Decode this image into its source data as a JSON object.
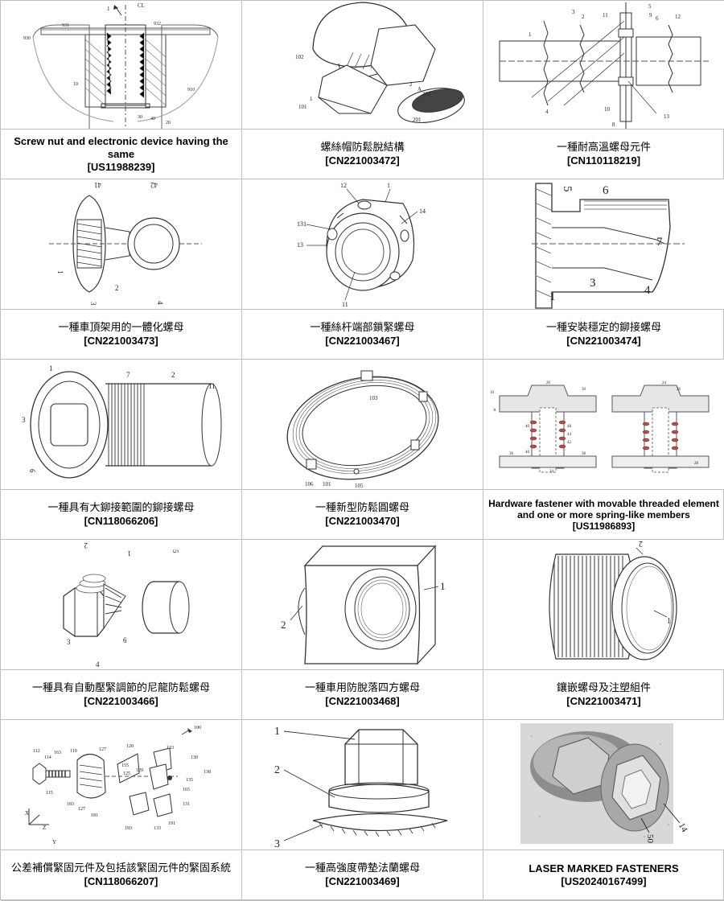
{
  "patents": [
    {
      "title": "Screw nut and electronic device having the same",
      "id": "[US11988239]",
      "callouts": [
        "1",
        "CL",
        "931",
        "930",
        "932",
        "10",
        "910",
        "30",
        "40",
        "20"
      ]
    },
    {
      "title": "螺絲帽防鬆脫結構",
      "id": "[CN221003472]",
      "callouts": [
        "102",
        "101",
        "1",
        "2",
        "A",
        "202",
        "201"
      ]
    },
    {
      "title": "一種耐高溫螺母元件",
      "id": "[CN110118219]",
      "callouts": [
        "3",
        "2",
        "11",
        "5",
        "6",
        "9",
        "12",
        "1",
        "4",
        "10",
        "8",
        "13"
      ]
    },
    {
      "title": "一種車頂架用的一體化螺母",
      "id": "[CN221003473]",
      "callouts": [
        "41",
        "42",
        "1",
        "2",
        "3",
        "4"
      ]
    },
    {
      "title": "一種絲杆端部鎖緊螺母",
      "id": "[CN221003467]",
      "callouts": [
        "12",
        "1",
        "14",
        "131",
        "13",
        "11"
      ]
    },
    {
      "title": "一種安裝穩定的鉚接螺母",
      "id": "[CN221003474]",
      "callouts": [
        "5",
        "6",
        "7",
        "1",
        "3",
        "4"
      ]
    },
    {
      "title": "一種具有大鉚接範圍的鉚接螺母",
      "id": "[CN118066206]",
      "callouts": [
        "1",
        "7",
        "2",
        "11",
        "3",
        "6"
      ]
    },
    {
      "title": "一種新型防鬆圓螺母",
      "id": "[CN221003470]",
      "callouts": [
        "103",
        "106",
        "101",
        "105"
      ]
    },
    {
      "title": "Hardware fastener with movable threaded element and one or more spring-like members",
      "id": "[US11986893]",
      "callouts": [
        "10",
        "A",
        "20",
        "30",
        "40",
        "48",
        "44",
        "42",
        "46",
        "36",
        "38",
        "34",
        "24",
        "26",
        "28"
      ]
    },
    {
      "title": "一種具有自動壓緊調節的尼龍防鬆螺母",
      "id": "[CN221003466]",
      "callouts": [
        "2",
        "1",
        "5",
        "3",
        "4",
        "6"
      ]
    },
    {
      "title": "一種車用防脫落四方螺母",
      "id": "[CN221003468]",
      "callouts": [
        "1",
        "2"
      ]
    },
    {
      "title": "鑲嵌螺母及注塑組件",
      "id": "[CN221003471]",
      "callouts": [
        "2",
        "1"
      ]
    },
    {
      "title": "公差補償緊固元件及包括該緊固元件的緊固系統",
      "id": "[CN118066207]",
      "callouts": [
        "100",
        "112",
        "114",
        "163",
        "110",
        "127",
        "120",
        "133",
        "130",
        "155",
        "125",
        "129",
        "135",
        "138",
        "115",
        "165",
        "183",
        "127",
        "181",
        "131",
        "193",
        "133",
        "191",
        "X",
        "Y",
        "Z"
      ]
    },
    {
      "title": "一種高強度帶墊法蘭螺母",
      "id": "[CN221003469]",
      "callouts": [
        "1",
        "2",
        "3"
      ]
    },
    {
      "title": "LASER MARKED FASTENERS",
      "id": "[US20240167499]",
      "callouts": [
        "14",
        "50"
      ]
    }
  ]
}
